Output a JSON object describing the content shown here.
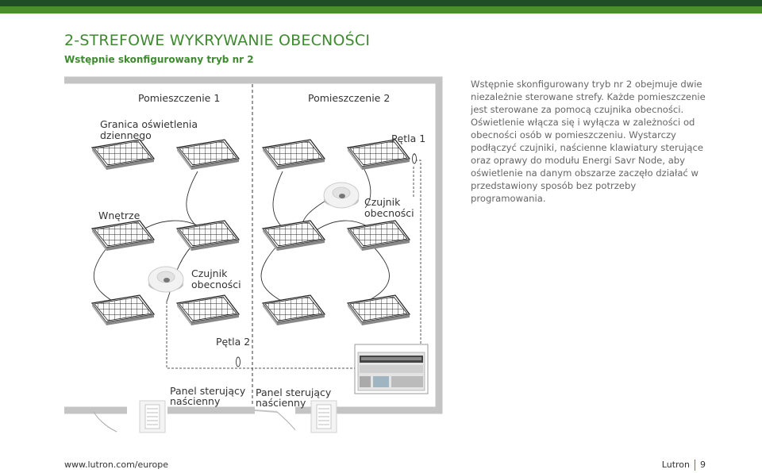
{
  "page": {
    "title": "2-STREFOWE WYKRYWANIE OBECNOŚCI",
    "subtitle": "Wstępnie skonfigurowany tryb nr 2",
    "description": "Wstępnie skonfigurowany tryb nr 2 obejmuje dwie niezależnie sterowane strefy. Każde pomieszczenie jest sterowane za pomocą czujnika obecności. Oświetlenie włącza się i wyłącza w zależności od obecności osób w pomieszczeniu. Wystarczy podłączyć czujniki, naścienne klawiatury sterujące oraz oprawy do modułu Energi Savr Node, aby oświetlenie na danym obszarze zaczęło działać w przedstawiony sposób bez potrzeby programowania."
  },
  "diagram": {
    "room1": "Pomieszczenie 1",
    "room2": "Pomieszczenie 2",
    "daylight_line1": "Granica oświetlenia",
    "daylight_line2": "dziennego",
    "interior": "Wnętrze",
    "loop1": "Pętla 1",
    "loop2": "Pętla 2",
    "sensor_line1": "Czujnik",
    "sensor_line2": "obecności",
    "panel_line1": "Panel sterujący",
    "panel_line2": "naścienny"
  },
  "footer": {
    "url": "www.lutron.com/europe",
    "brand": "Lutron",
    "page_number": "9"
  }
}
